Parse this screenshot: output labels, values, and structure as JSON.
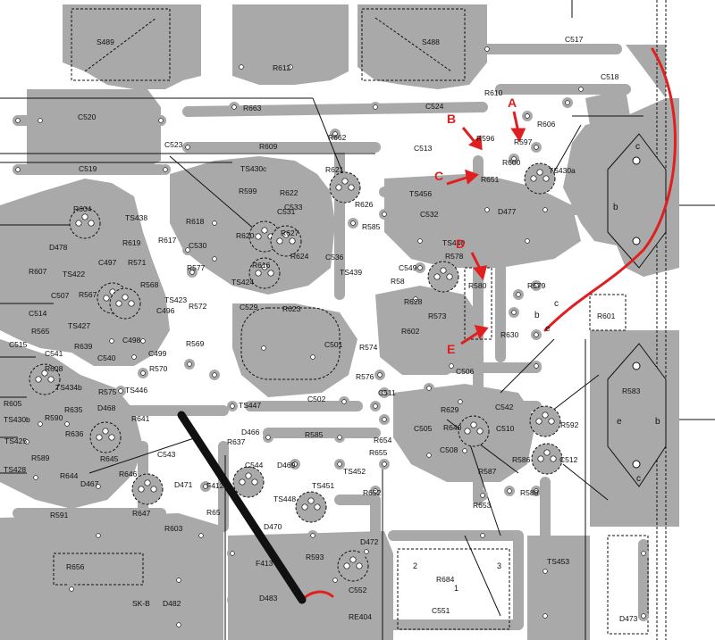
{
  "colors": {
    "copper": "#a9a9a9",
    "trace": "#a9a9a9",
    "background": "#ffffff",
    "outline": "#111111",
    "annotation": "#e02020",
    "probe": "#111111"
  },
  "annotations": [
    "A",
    "B",
    "C",
    "D",
    "E"
  ],
  "components": [
    "S489",
    "S488",
    "R612",
    "C517",
    "C518",
    "C520",
    "R663",
    "C524",
    "R610",
    "R606",
    "R596",
    "R597",
    "C523",
    "R662",
    "R609",
    "C513",
    "C519",
    "R600",
    "TS430a",
    "TS430c",
    "R621",
    "TS456",
    "R651",
    "R599",
    "R622",
    "C533",
    "R626",
    "D477",
    "R604",
    "TS438",
    "R618",
    "C531",
    "C532",
    "R585",
    "D478",
    "R619",
    "R617",
    "C530",
    "R620",
    "R627",
    "TS440",
    "R607",
    "C497",
    "R571",
    "R577",
    "R616",
    "R624",
    "C536",
    "C549",
    "R578",
    "TS422",
    "R568",
    "TS424",
    "TS439",
    "R58",
    "C507",
    "R567",
    "TS423",
    "R572",
    "C529",
    "R623",
    "R628",
    "R579",
    "C514",
    "R565",
    "C496",
    "R573",
    "R580",
    "R601",
    "TS427",
    "C498",
    "R569",
    "C501",
    "R630",
    "R602",
    "C515",
    "C541",
    "R639",
    "C499",
    "R574",
    "C506",
    "R608",
    "C540",
    "R570",
    "R576",
    "C511",
    "R583",
    "TS434b",
    "TS446",
    "R575",
    "C542",
    "R605",
    "R635",
    "D468",
    "TS447",
    "C502",
    "R629",
    "R590",
    "R641",
    "R640",
    "R592",
    "TS430b",
    "R636",
    "D466",
    "R585",
    "C505",
    "C510",
    "TS425",
    "R637",
    "R654",
    "C508",
    "R589",
    "R645",
    "C543",
    "D469",
    "R655",
    "R586",
    "C512",
    "TS428",
    "R644",
    "D467",
    "R646",
    "D471",
    "C544",
    "TS451",
    "TS452",
    "R587",
    "R591",
    "R647",
    "TS448",
    "R652",
    "R588",
    "R603",
    "D470",
    "R653",
    "R593",
    "D472",
    "R656",
    "F413",
    "C552",
    "TS453",
    "R684",
    "SK-B",
    "D482",
    "D483",
    "C551",
    "RE404",
    "D473",
    "F412",
    "R65",
    "R65"
  ],
  "labels": {
    "c": "c",
    "b": "b",
    "e": "e",
    "sk_pin1": "1",
    "sk_pin2": "2",
    "sk_pin3": "3"
  }
}
